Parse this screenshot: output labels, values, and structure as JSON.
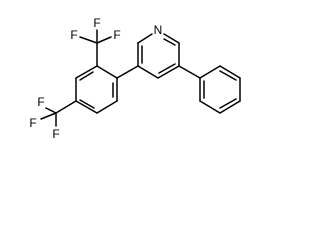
{
  "molecule": {
    "atoms": {
      "pyridine_n": "N",
      "top_cf3_f1": "F",
      "top_cf3_f2": "F",
      "top_cf3_f3": "F",
      "bottom_cf3_f1": "F",
      "bottom_cf3_f2": "F",
      "bottom_cf3_f3": "F"
    },
    "colors": {
      "bond": "#000000",
      "label": "#000000",
      "background": "#ffffff"
    }
  }
}
